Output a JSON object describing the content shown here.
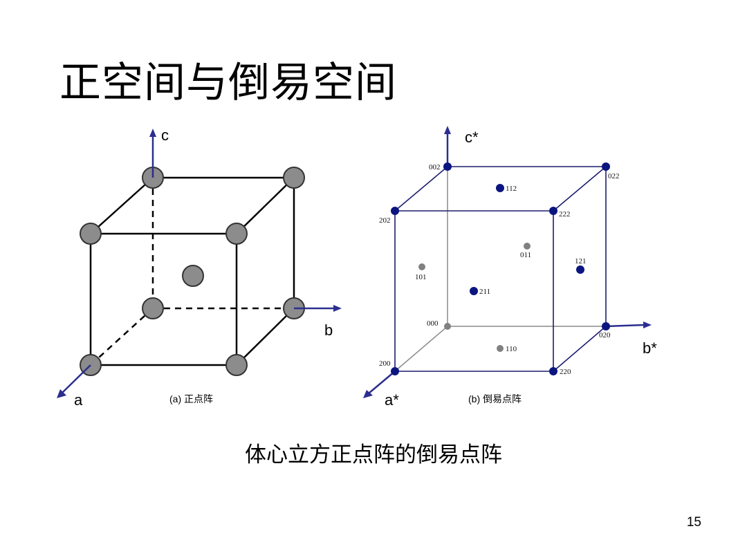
{
  "slide": {
    "title": "正空间与倒易空间",
    "subtitle": "体心立方正点阵的倒易点阵",
    "page_number": "15"
  },
  "real_lattice": {
    "caption": "(a) 正点阵",
    "axes": {
      "a": "a",
      "b": "b",
      "c": "c"
    }
  },
  "reciprocal_lattice": {
    "caption": "(b) 倒易点阵",
    "axes": {
      "a": "a*",
      "b": "b*",
      "c": "c*"
    },
    "point_labels": {
      "p000": "000",
      "p002": "002",
      "p200": "200",
      "p202": "202",
      "p020": "020",
      "p022": "022",
      "p220": "220",
      "p222": "222",
      "p112": "112",
      "p011": "011",
      "p101": "101",
      "p121": "121",
      "p211": "211",
      "p110": "110"
    }
  },
  "colors": {
    "axis_arrow": "#2b2e8f",
    "reciprocal_points": "#0b1580",
    "real_atoms": "#8c8c8c",
    "hidden_points": "#808080"
  }
}
